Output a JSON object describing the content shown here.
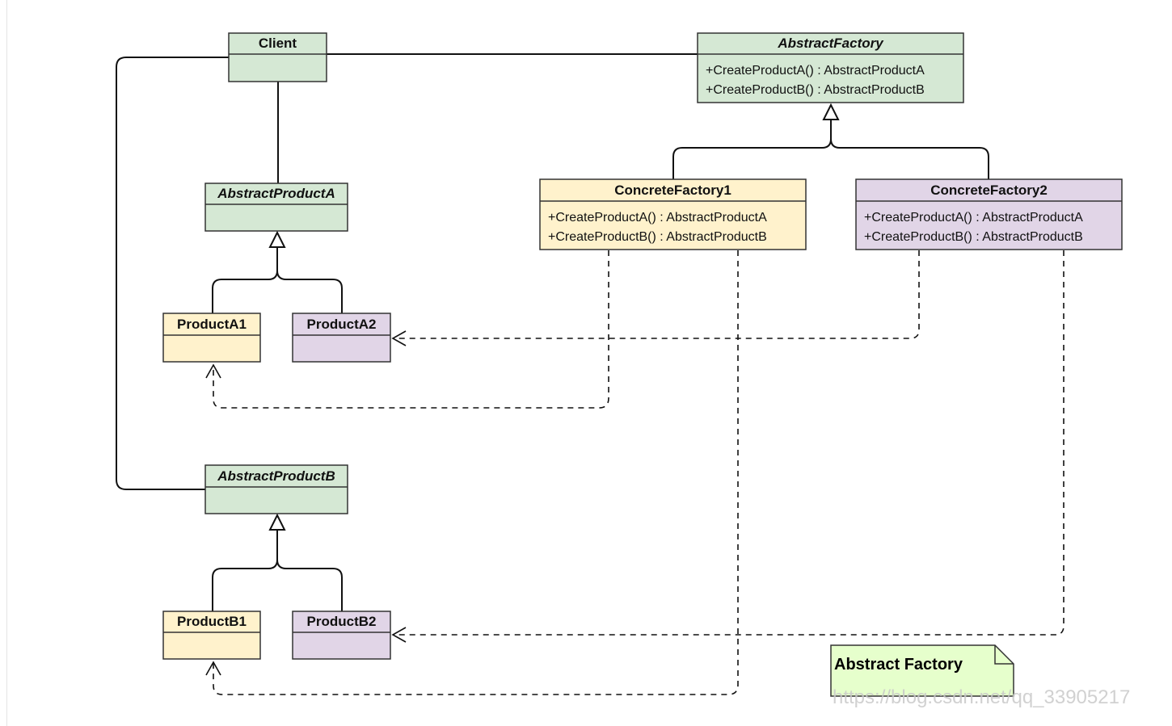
{
  "colors": {
    "green": "#d5e8d4",
    "yellow": "#fff2cc",
    "purple": "#e1d5e7",
    "note": "#e6ffcc",
    "border": "#333333"
  },
  "classes": {
    "client": {
      "name": "Client"
    },
    "abstract_factory": {
      "name": "AbstractFactory",
      "methods": [
        "+CreateProductA() : AbstractProductA",
        "+CreateProductB() : AbstractProductB"
      ]
    },
    "concrete_factory1": {
      "name": "ConcreteFactory1",
      "methods": [
        "+CreateProductA() : AbstractProductA",
        "+CreateProductB() : AbstractProductB"
      ]
    },
    "concrete_factory2": {
      "name": "ConcreteFactory2",
      "methods": [
        "+CreateProductA() : AbstractProductA",
        "+CreateProductB() : AbstractProductB"
      ]
    },
    "abstract_product_a": {
      "name": "AbstractProductA"
    },
    "abstract_product_b": {
      "name": "AbstractProductB"
    },
    "product_a1": {
      "name": "ProductA1"
    },
    "product_a2": {
      "name": "ProductA2"
    },
    "product_b1": {
      "name": "ProductB1"
    },
    "product_b2": {
      "name": "ProductB2"
    }
  },
  "note": {
    "text": "Abstract Factory"
  },
  "watermark": "https://blog.csdn.net/qq_33905217"
}
